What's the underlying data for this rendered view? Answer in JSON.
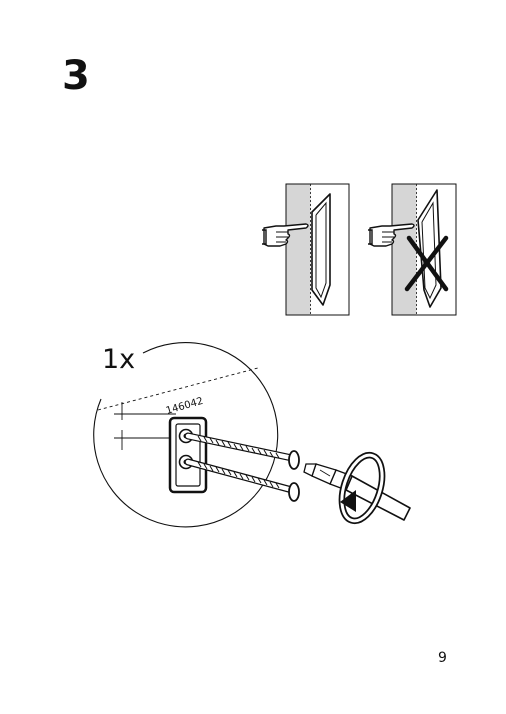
{
  "step": {
    "number": "3"
  },
  "wall_illustrations": {
    "correct": {
      "icon": "pointing-hand-icon"
    },
    "incorrect": {
      "icon": "pointing-hand-icon",
      "mark": "cross-icon"
    }
  },
  "hardware": {
    "quantity": "1x",
    "part_number": "146042"
  },
  "tool": {
    "icon": "screwdriver-icon",
    "action_icon": "rotate-clockwise-arrow-icon"
  },
  "footer": {
    "page_number": "9"
  },
  "colors": {
    "wall": "#d6d6d6",
    "ink": "#111111",
    "paper": "#ffffff"
  }
}
